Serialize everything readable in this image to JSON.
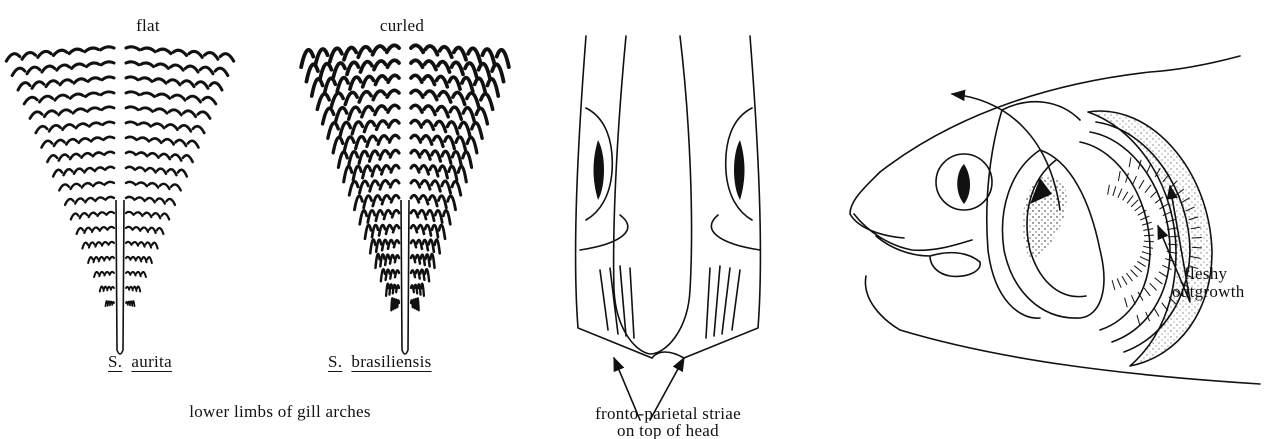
{
  "gill_rakers": {
    "left_state": "flat",
    "right_state": "curled",
    "left_species": {
      "genus": "S.",
      "epithet": "aurita"
    },
    "right_species": {
      "genus": "S.",
      "epithet": "brasiliensis"
    },
    "caption": "lower limbs of gill arches"
  },
  "head_top": {
    "caption_line1": "fronto-parietal striae",
    "caption_line2": "on top of head"
  },
  "head_side": {
    "label_line1": "fleshy",
    "label_line2": "outgrowth"
  },
  "colors": {
    "ink": "#111111",
    "paper": "#ffffff"
  }
}
